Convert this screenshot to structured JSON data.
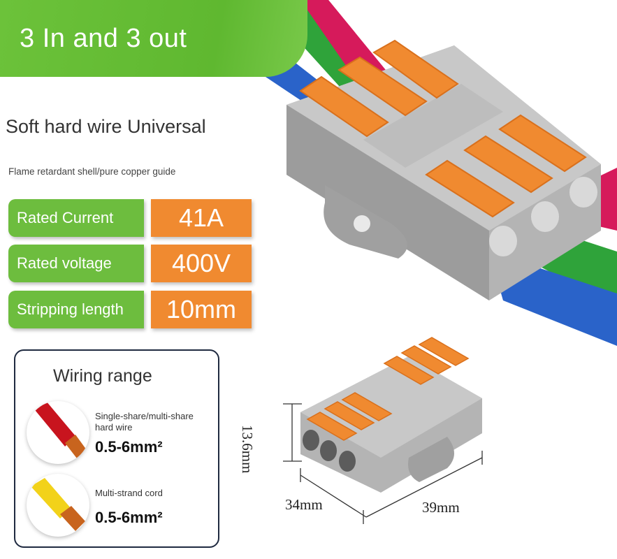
{
  "banner": {
    "title": "3 In and 3 out"
  },
  "subtitle": "Soft hard wire Universal",
  "note": "Flame retardant shell/pure copper guide",
  "specs": [
    {
      "label": "Rated Current",
      "value": "41A"
    },
    {
      "label": "Rated voltage",
      "value": "400V"
    },
    {
      "label": "Stripping length",
      "value": "10mm"
    }
  ],
  "wiring": {
    "title": "Wiring range",
    "items": [
      {
        "desc_line1": "Single-share/multi-share",
        "desc_line2": "hard wire",
        "range": "0.5-6mm²"
      },
      {
        "desc_line1": "Multi-strand cord",
        "desc_line2": "",
        "range": "0.5-6mm²"
      }
    ]
  },
  "dimensions": {
    "height": "13.6mm",
    "width": "34mm",
    "length": "39mm"
  },
  "colors": {
    "green": "#6dbd3e",
    "orange": "#f08a30",
    "gray": "#a8a8a8",
    "wire_red": "#d61a5b",
    "wire_green": "#2fa33a",
    "wire_blue": "#2a63c9"
  }
}
